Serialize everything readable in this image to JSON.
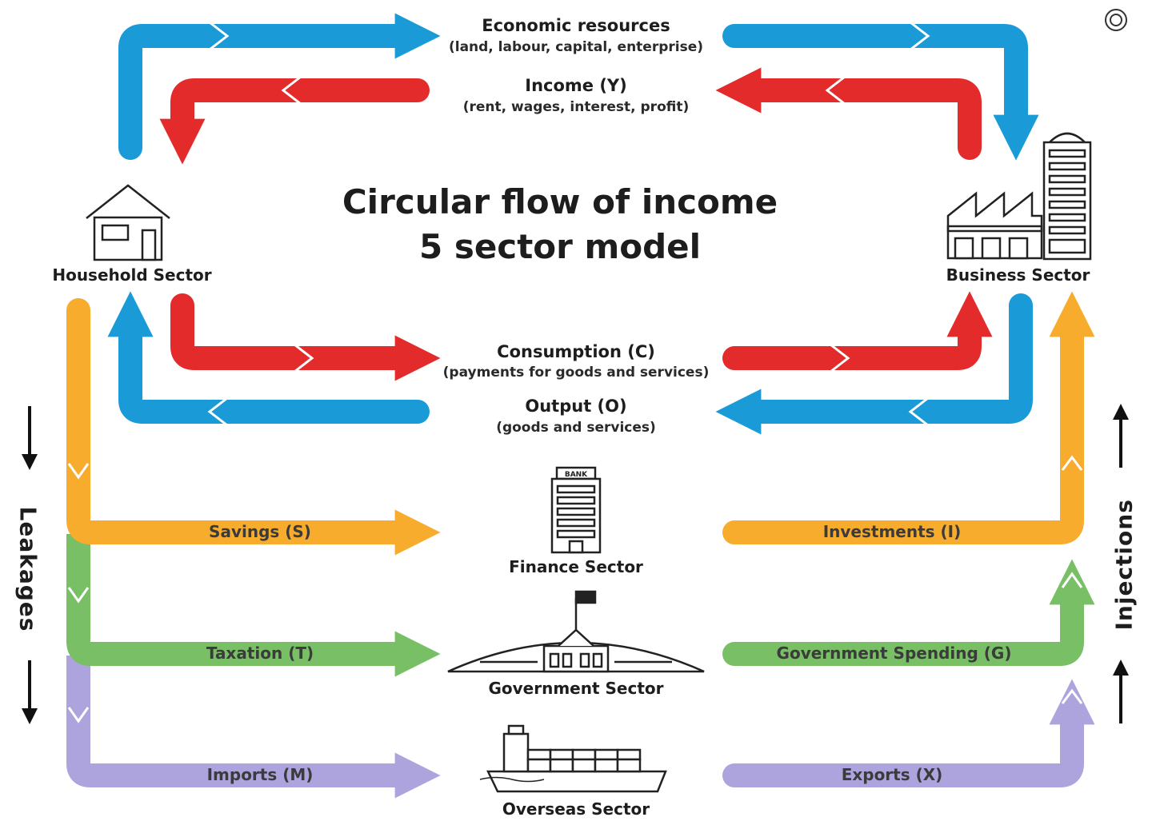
{
  "title": {
    "line1": "Circular flow of income",
    "line2": "5 sector model"
  },
  "flows": {
    "resources": {
      "label": "Economic resources",
      "detail": "(land, labour, capital, enterprise)"
    },
    "income": {
      "label": "Income (Y)",
      "detail": "(rent, wages, interest, profit)"
    },
    "consumption": {
      "label": "Consumption (C)",
      "detail": "(payments for goods and services)"
    },
    "output": {
      "label": "Output (O)",
      "detail": "(goods and services)"
    }
  },
  "sectors": {
    "household": "Household Sector",
    "business": "Business Sector",
    "finance": "Finance Sector",
    "government": "Government Sector",
    "overseas": "Overseas Sector"
  },
  "leakages": {
    "heading": "Leakages",
    "savings": "Savings (S)",
    "taxation": "Taxation (T)",
    "imports": "Imports (M)"
  },
  "injections": {
    "heading": "Injections",
    "investments": "Investments (I)",
    "government_spending": "Government Spending (G)",
    "exports": "Exports (X)"
  },
  "building_signs": {
    "bank": "BANK"
  },
  "colors": {
    "blue": "#1a9ad6",
    "red": "#e42b2b",
    "orange": "#f7ac2e",
    "green": "#78bf66",
    "purple": "#aea4dd",
    "ink": "#1d1d1d"
  }
}
